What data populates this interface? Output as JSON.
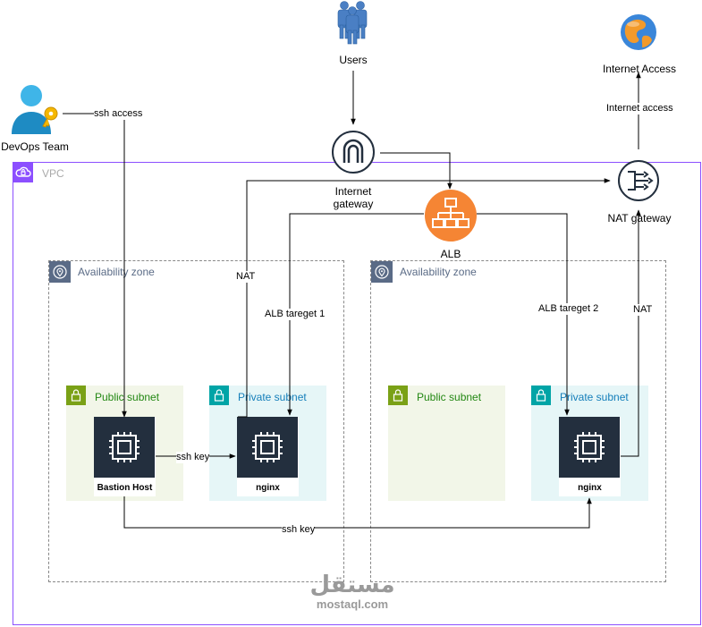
{
  "nodes": {
    "users": "Users",
    "internet_access": "Internet Access",
    "devops_team": "DevOps Team",
    "internet_gateway": "Internet\ngateway",
    "alb": "ALB",
    "nat_gateway": "NAT gateway",
    "bastion_host": "Bastion Host",
    "nginx_1": "nginx",
    "nginx_2": "nginx"
  },
  "groups": {
    "vpc": "VPC",
    "az_1": "Availability zone",
    "az_2": "Availability zone",
    "public_subnet_1": "Public subnet",
    "private_subnet_1": "Private subnet",
    "public_subnet_2": "Public subnet",
    "private_subnet_2": "Private subnet"
  },
  "edges": {
    "ssh_access": "ssh access",
    "internet_access": "Internet access",
    "nat_1": "NAT",
    "nat_2": "NAT",
    "alb_target_1": "ALB tareget 1",
    "alb_target_2": "ALB tareget 2",
    "ssh_key_1": "ssh key",
    "ssh_key_2": "ssh key"
  },
  "watermark": {
    "arabic": "مستقل",
    "latin": "mostaql.com"
  },
  "colors": {
    "vpc": "#8c4fff",
    "public_subnet": "#7aa116",
    "private_subnet": "#00a4a6",
    "alb": "#f58534",
    "ec2": "#232f3e"
  }
}
